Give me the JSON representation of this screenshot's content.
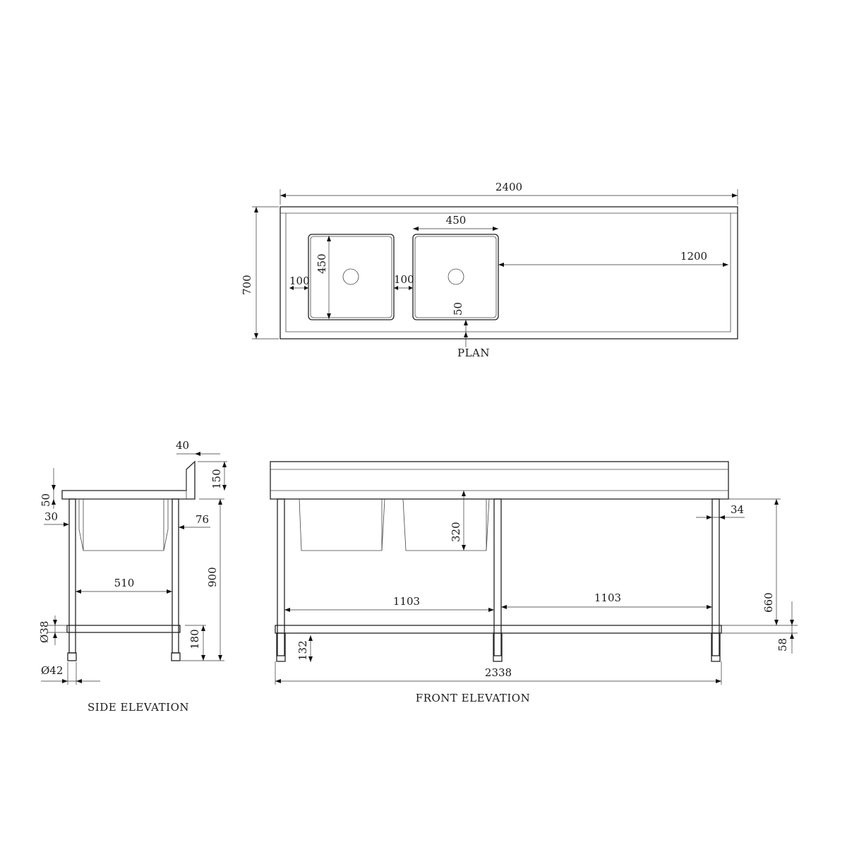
{
  "views": {
    "plan": {
      "title": "PLAN",
      "overall_length": "2400",
      "overall_depth": "700",
      "bowl_width": "450",
      "bowl_depth": "450",
      "end_gap": "100",
      "between_bowls": "100",
      "front_gap": "50",
      "drainboard": "1200"
    },
    "side_elevation": {
      "title": "SIDE ELEVATION",
      "splashback_thickness": "40",
      "splashback_height": "150",
      "bench_thickness": "50",
      "front_overhang": "30",
      "rear_inset": "76",
      "leg_spacing": "510",
      "overall_height": "900",
      "shelf_height": "180",
      "rail_diameter": "Ø38",
      "foot_diameter": "Ø42"
    },
    "front_elevation": {
      "title": "FRONT ELEVATION",
      "end_inset": "34",
      "bowl_depth": "320",
      "bay_left": "1103",
      "bay_right": "1103",
      "leg_height": "660",
      "foot_height": "58",
      "shelf_height": "132",
      "overall_leg_span": "2338"
    }
  },
  "colors": {
    "line": "#222222",
    "background": "#ffffff"
  }
}
